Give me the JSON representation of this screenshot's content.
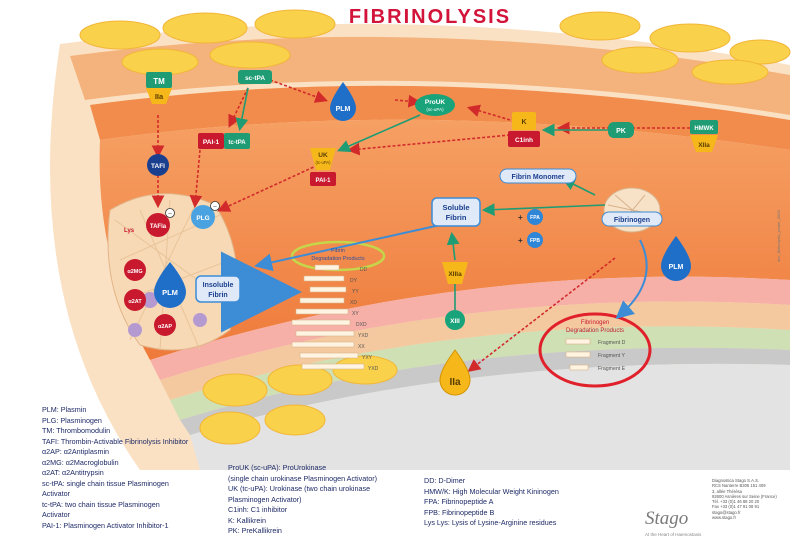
{
  "title": "FIBRINOLYSIS",
  "nodes": {
    "tm": {
      "label": "TM"
    },
    "iia_tm": {
      "label": "IIa"
    },
    "sc_tpa": {
      "label": "sc-tPA"
    },
    "plm_top": {
      "label": "PLM"
    },
    "prouk": {
      "label": "ProUK",
      "sub": "(sc-uPA)"
    },
    "k": {
      "label": "K"
    },
    "c1inh": {
      "label": "C1inh"
    },
    "pk": {
      "label": "PK"
    },
    "hmwk": {
      "label": "HMWK"
    },
    "xiia": {
      "label": "XIIa"
    },
    "pai1_left": {
      "label": "PAI-1"
    },
    "tc_tpa": {
      "label": "tc-tPA"
    },
    "uk": {
      "label": "UK",
      "sub": "(tc-uPA)"
    },
    "pai1_uk": {
      "label": "PAI-1"
    },
    "tafi": {
      "label": "TAFI"
    },
    "tafia": {
      "label": "TAFIa"
    },
    "lys": {
      "label": "Lys"
    },
    "plg": {
      "label": "PLG"
    },
    "a2mg": {
      "label": "α2MG"
    },
    "plm_clot": {
      "label": "PLM"
    },
    "a2at": {
      "label": "α2AT"
    },
    "a2ap": {
      "label": "α2AP"
    },
    "insoluble": {
      "line1": "Insoluble",
      "line2": "Fibrin"
    },
    "soluble": {
      "line1": "Soluble",
      "line2": "Fibrin"
    },
    "fibrin_monomer": {
      "label": "Fibrin Monomer"
    },
    "fpa": {
      "label": "FPA"
    },
    "fpb": {
      "label": "FPB"
    },
    "xiiia": {
      "label": "XIIIa"
    },
    "xiii": {
      "label": "XIII"
    },
    "iia_bottom": {
      "label": "IIa"
    },
    "fibrinogen": {
      "label": "Fibrinogen"
    },
    "plm_right": {
      "label": "PLM"
    }
  },
  "fdp": {
    "title1": "Fibrin",
    "title2": "Degradation Products",
    "items": [
      "DD",
      "DY",
      "YY",
      "XD",
      "XY",
      "DXD",
      "YXD",
      "XX",
      "YXY",
      "YXD"
    ]
  },
  "fgdp": {
    "title1": "Fibrinogen",
    "title2": "Degradation Products",
    "items": [
      "Fragment D",
      "Fragment Y",
      "Fragment E"
    ]
  },
  "legend_col1": [
    "PLM: Plasmin",
    "PLG: Plasminogen",
    "TM: Thrombomodulin",
    "TAFI: Thrombin-Activable Fibrinolysis Inhibitor",
    "α2AP: α2Antiplasmin",
    "α2MG: α2Macroglobulin",
    "α2AT: α2Antitrypsin",
    "sc-tPA: single chain tissue Plasminogen",
    "Activator",
    "tc-tPA: two chain tissue Plasminogen",
    "Activator",
    "PAI-1: Plasminogen Activator Inhibitor-1"
  ],
  "legend_col2": [
    "ProUK (sc-uPA): ProUrokinase",
    "(single chain urokinase Plasminogen Activator)",
    "UK (tc-uPA): Urokinase (two chain urokinase",
    "Plasminogen Activator)",
    "C1inh: C1 inhibitor",
    "K: Kallikrein",
    "PK: PreKallikrein"
  ],
  "legend_col3": [
    "DD: D-Dimer",
    "HMW/K: High Molecular Weight Kininogen",
    "FPA: Fibrinopeptide A",
    "FPB: Fibrinopeptide B",
    "Lys Lys: Lysis of Lysine-Arginine residues"
  ],
  "company": {
    "name": "Stago",
    "tagline": "At the Heart of Haemostasis",
    "address": [
      "Diagnostica Stago S.A.S.",
      "RCS Nanterre B305 151 409",
      "3, allée Thérésa",
      "92600 Asnières sur Seine (France)",
      "Tél. +33 (0)1 46 88 20 20",
      "Fax +33 (0)1 47 91 08 91",
      "stago@stago.fr",
      "www.stago.fr"
    ]
  },
  "side_code": "doc_fibrinolysis_poster_0000",
  "colors": {
    "title": "#d2143a",
    "tissue_orange": "#f07d3c",
    "fat_yellow": "#f9d14a",
    "plasmin_blue": "#1f6fc9",
    "pai_red": "#c8192e",
    "enzyme_green": "#19a37a",
    "inhibit_arrow": "#d22a2a",
    "activate_arrow": "#1f9c73",
    "degradation_arrow": "#3c8cd6",
    "legend_text": "#1e2a66"
  }
}
